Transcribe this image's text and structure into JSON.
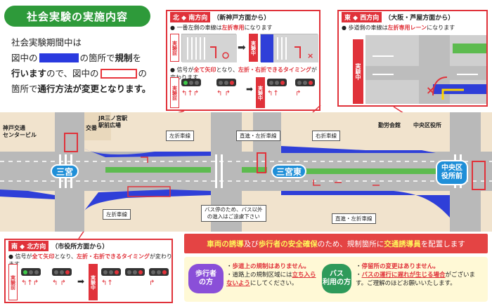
{
  "title": "社会実験の実施内容",
  "intro": {
    "line1": "社会実験期間中は",
    "line2a": "図中の",
    "line2b": "の箇所で",
    "line2c": "規制",
    "line2d": "を",
    "line3a": "行います",
    "line3b": "ので、図中の",
    "line3c": "の",
    "line4a": "箇所で",
    "line4b": "通行方法が変更",
    "line4c": "となります。"
  },
  "north": {
    "tag": "北 ◆ 南方向",
    "route": "（新神戸方面から）",
    "bullet1a": "● 一番左側の車線は",
    "bullet1b": "左折専用",
    "bullet1c": "になります",
    "bullet2a": "● 信号が",
    "bullet2b": "全て矢印",
    "bullet2c": "となり、",
    "bullet2d": "左折・右折できるタイミング",
    "bullet2e": "が変わります",
    "before": "実験前",
    "during": "実験中"
  },
  "east": {
    "tag": "東 ◆ 西方向",
    "route": "（大阪・芦屋方面から）",
    "bullet1a": "● 歩道側の車線は",
    "bullet1b": "左折専用レーン",
    "bullet1c": "になります",
    "during": "実験中"
  },
  "south": {
    "tag": "南 ◆ 北方向",
    "route": "（市役所方面から）",
    "bullet1a": "● 信号が",
    "bullet1b": "全て矢印",
    "bullet1c": "となり、",
    "bullet1d": "左折・右折できるタイミング",
    "bullet1e": "が変わります",
    "before": "実験前",
    "during": "実験中"
  },
  "map": {
    "kobe_kotsu": "神戸交通\nセンタービル",
    "jr_station": "JR三ノ宮駅\n駅前広場",
    "koban": "交番",
    "kinro_kaikan": "勤労会館",
    "chuo_kuyakusho": "中央区役所",
    "badge_sannomiya": "三宮",
    "badge_sannomiya_higashi": "三宮東",
    "badge_chuoku": "中央区\n役所前",
    "lane_left1": "左折車線",
    "lane_straight_left": "直進・左折車線",
    "lane_right": "右折車線",
    "lane_left2": "左折車線",
    "lane_straight_left2": "直進・左折車線",
    "bus_note": "バス停のため、バス以外\nの進入はご遠慮下さい"
  },
  "guard": {
    "a": "車両の誘導",
    "b": "及び",
    "c": "歩行者の安全確保",
    "d": "のため、規制箇所に",
    "e": "交通誘導員",
    "f": "を配置します"
  },
  "pedestrian": {
    "pill1": "歩行者",
    "pill2": "の方",
    "b1a": "・",
    "b1b": "歩道上の規制はありません。",
    "b2a": "・道路上の規制区域には",
    "b2b": "立ち入らないよう",
    "b2c": "にしてください。"
  },
  "bus": {
    "pill1": "バス",
    "pill2": "利用の方",
    "b1a": "・",
    "b1b": "停留所の変更はありません。",
    "b2a": "・",
    "b2b": "バスの運行に遅れが生じる場合",
    "b2c": "がございます。ご理解のほどお願いいたします。"
  },
  "colors": {
    "accent_green": "#2e9a3a",
    "regulation_blue": "#2a3adf",
    "change_red": "#e0323a",
    "station_blue": "#1f8fd8",
    "pedestrian_purple": "#8a4fd8",
    "bus_green": "#2e9a5a"
  }
}
